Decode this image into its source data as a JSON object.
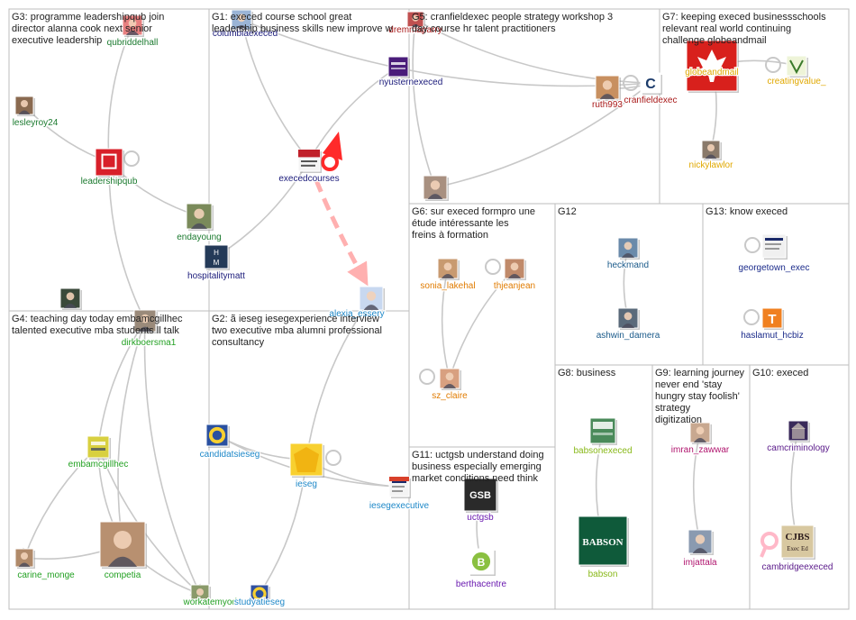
{
  "colors": {
    "G1": "#1a1a7a",
    "G2": "#1e88c8",
    "G3": "#1b7a2f",
    "G4": "#22a022",
    "G5": "#a81818",
    "G7": "#e0a800",
    "G6": "#e07b00",
    "G8": "#88b818",
    "G9": "#b0156e",
    "G10": "#5a1a8a",
    "G11": "#6a1ab0",
    "G12": "#1a5a8a",
    "G13": "#1a2a8a",
    "edge": "#c8c8c8",
    "highlight": "#ff8080"
  },
  "groups": [
    {
      "id": "G3",
      "title": "G3: programme leadershipqub join director alanna cook next senior executive leadership"
    },
    {
      "id": "G1",
      "title": "G1: execed course school great leadership business skills new improve w"
    },
    {
      "id": "G5",
      "title": "G5: cranfieldexec people strategy workshop 3 day course hr talent practitioners"
    },
    {
      "id": "G7",
      "title": "G7: keeping execed businessschools relevant real world continuing challenge globeandmail"
    },
    {
      "id": "G6",
      "title": "G6: sur execed formpro une étude intéressante les freins à formation"
    },
    {
      "id": "G12",
      "title": "G12"
    },
    {
      "id": "G13",
      "title": "G13: know execed"
    },
    {
      "id": "G4",
      "title": "G4: teaching day today embamcgillhec talented executive mba students ll talk"
    },
    {
      "id": "G2",
      "title": "G2: ã ieseg iesegexperience interview two executive mba alumni professional consultancy"
    },
    {
      "id": "G8",
      "title": "G8: business"
    },
    {
      "id": "G9",
      "title": "G9: learning journey never end 'stay hungry stay foolish' strategy digitization"
    },
    {
      "id": "G10",
      "title": "G10: execed"
    },
    {
      "id": "G11",
      "title": "G11: uctgsb understand doing business especially emerging market conditions need think"
    }
  ],
  "nodes": [
    {
      "id": "qubriddelhall",
      "label": "qubriddelhall",
      "group": "G3"
    },
    {
      "id": "lesleyroy24",
      "label": "lesleyroy24",
      "group": "G3"
    },
    {
      "id": "leadershipqub",
      "label": "leadershipqub",
      "group": "G3"
    },
    {
      "id": "endayoung",
      "label": "endayoung",
      "group": "G3"
    },
    {
      "id": "hospitalitymatt",
      "label": "hospitalitymatt",
      "group": "G1"
    },
    {
      "id": "columbiaexeced",
      "label": "columbiaexeced",
      "group": "G1"
    },
    {
      "id": "nyusternexeced",
      "label": "nyusternexeced",
      "group": "G1"
    },
    {
      "id": "execedcourses",
      "label": "execedcourses",
      "group": "G1"
    },
    {
      "id": "dremmaparry",
      "label": "dremmaparry",
      "group": "G5"
    },
    {
      "id": "ruth993",
      "label": "ruth993",
      "group": "G5"
    },
    {
      "id": "cranfieldexec",
      "label": "cranfieldexec",
      "group": "G5"
    },
    {
      "id": "globeandmail",
      "label": "globeandmail",
      "group": "G7"
    },
    {
      "id": "creatingvalue_",
      "label": "creatingvalue_",
      "group": "G7"
    },
    {
      "id": "nickylawlor",
      "label": "nickylawlor",
      "group": "G7"
    },
    {
      "id": "sonia_lakehal",
      "label": "sonia_lakehal",
      "group": "G6"
    },
    {
      "id": "thjeanjean",
      "label": "thjeanjean",
      "group": "G6"
    },
    {
      "id": "sz_claire",
      "label": "sz_claire",
      "group": "G6"
    },
    {
      "id": "heckmand",
      "label": "heckmand",
      "group": "G12"
    },
    {
      "id": "ashwin_damera",
      "label": "ashwin_damera",
      "group": "G12"
    },
    {
      "id": "georgetown_exec",
      "label": "georgetown_exec",
      "group": "G13"
    },
    {
      "id": "haslamut_hcbiz",
      "label": "haslamut_hcbiz",
      "group": "G13"
    },
    {
      "id": "dirkboersma1",
      "label": "dirkboersma1",
      "group": "G4"
    },
    {
      "id": "embamcgillhec",
      "label": "embamcgillhec",
      "group": "G4"
    },
    {
      "id": "carine_monge",
      "label": "carine_monge",
      "group": "G4"
    },
    {
      "id": "competia",
      "label": "competia",
      "group": "G4"
    },
    {
      "id": "workatemyode",
      "label": "workatemyode",
      "group": "G4"
    },
    {
      "id": "alexia_essery",
      "label": "alexia_essery",
      "group": "G2"
    },
    {
      "id": "candidatsieseg",
      "label": "candidatsieseg",
      "group": "G2"
    },
    {
      "id": "ieseg",
      "label": "ieseg",
      "group": "G2"
    },
    {
      "id": "iesegexecutive",
      "label": "iesegexecutive",
      "group": "G2"
    },
    {
      "id": "studyatieseg",
      "label": "studyatieseg",
      "group": "G2"
    },
    {
      "id": "babsonexeced",
      "label": "babsonexeced",
      "group": "G8"
    },
    {
      "id": "babson",
      "label": "babson",
      "group": "G8"
    },
    {
      "id": "imran_zawwar",
      "label": "imran_zawwar",
      "group": "G9"
    },
    {
      "id": "imjattala",
      "label": "imjattala",
      "group": "G9"
    },
    {
      "id": "camcriminology",
      "label": "camcriminology",
      "group": "G10"
    },
    {
      "id": "cambridgeexeced",
      "label": "cambridgeexeced",
      "group": "G10"
    },
    {
      "id": "uctgsb",
      "label": "uctgsb",
      "group": "G11"
    },
    {
      "id": "berthacentre",
      "label": "berthacentre",
      "group": "G11"
    }
  ],
  "node_texts": {
    "babson_logo": "BABSON",
    "cjbs_logo": "CJBS",
    "cjbs_sub": "Exec Ed",
    "gsb_logo": "GSB",
    "cranfield_logo": "C",
    "hm_logo_h": "H",
    "hm_logo_m": "M",
    "haslam_logo": "T",
    "bertha_logo": "B"
  },
  "edges": [
    [
      "qubriddelhall",
      "leadershipqub"
    ],
    [
      "lesleyroy24",
      "leadershipqub"
    ],
    [
      "leadershipqub",
      "endayoung"
    ],
    [
      "leadershipqub",
      "dirkboersma1"
    ],
    [
      "hospitalitymatt",
      "execedcourses"
    ],
    [
      "columbiaexeced",
      "execedcourses"
    ],
    [
      "nyusternexeced",
      "execedcourses"
    ],
    [
      "dremmaparry",
      "cranfieldexec"
    ],
    [
      "ruth993",
      "cranfieldexec"
    ],
    [
      "columbiaexeced",
      "cranfieldexec"
    ],
    [
      "dremmaparry",
      "g5person"
    ],
    [
      "g5person",
      "cranfieldexec"
    ],
    [
      "creatingvalue_",
      "globeandmail"
    ],
    [
      "nickylawlor",
      "globeandmail"
    ],
    [
      "sonia_lakehal",
      "sz_claire"
    ],
    [
      "thjeanjean",
      "sz_claire"
    ],
    [
      "heckmand",
      "ashwin_damera"
    ],
    [
      "dirkboersma1",
      "embamcgillhec"
    ],
    [
      "dirkboersma1",
      "competia"
    ],
    [
      "dirkboersma1",
      "workatemyode"
    ],
    [
      "embamcgillhec",
      "competia"
    ],
    [
      "embamcgillhec",
      "carine_monge"
    ],
    [
      "carine_monge",
      "competia"
    ],
    [
      "competia",
      "workatemyode"
    ],
    [
      "embamcgillhec",
      "workatemyode"
    ],
    [
      "alexia_essery",
      "ieseg"
    ],
    [
      "candidatsieseg",
      "ieseg"
    ],
    [
      "candidatsieseg",
      "iesegexecutive"
    ],
    [
      "ieseg",
      "iesegexecutive"
    ],
    [
      "studyatieseg",
      "ieseg"
    ],
    [
      "babsonexeced",
      "babson"
    ],
    [
      "imran_zawwar",
      "imjattala"
    ],
    [
      "camcriminology",
      "cambridgeexeced"
    ],
    [
      "uctgsb",
      "berthacentre"
    ]
  ],
  "highlight_edge": [
    "execedcourses",
    "alexia_essery"
  ]
}
